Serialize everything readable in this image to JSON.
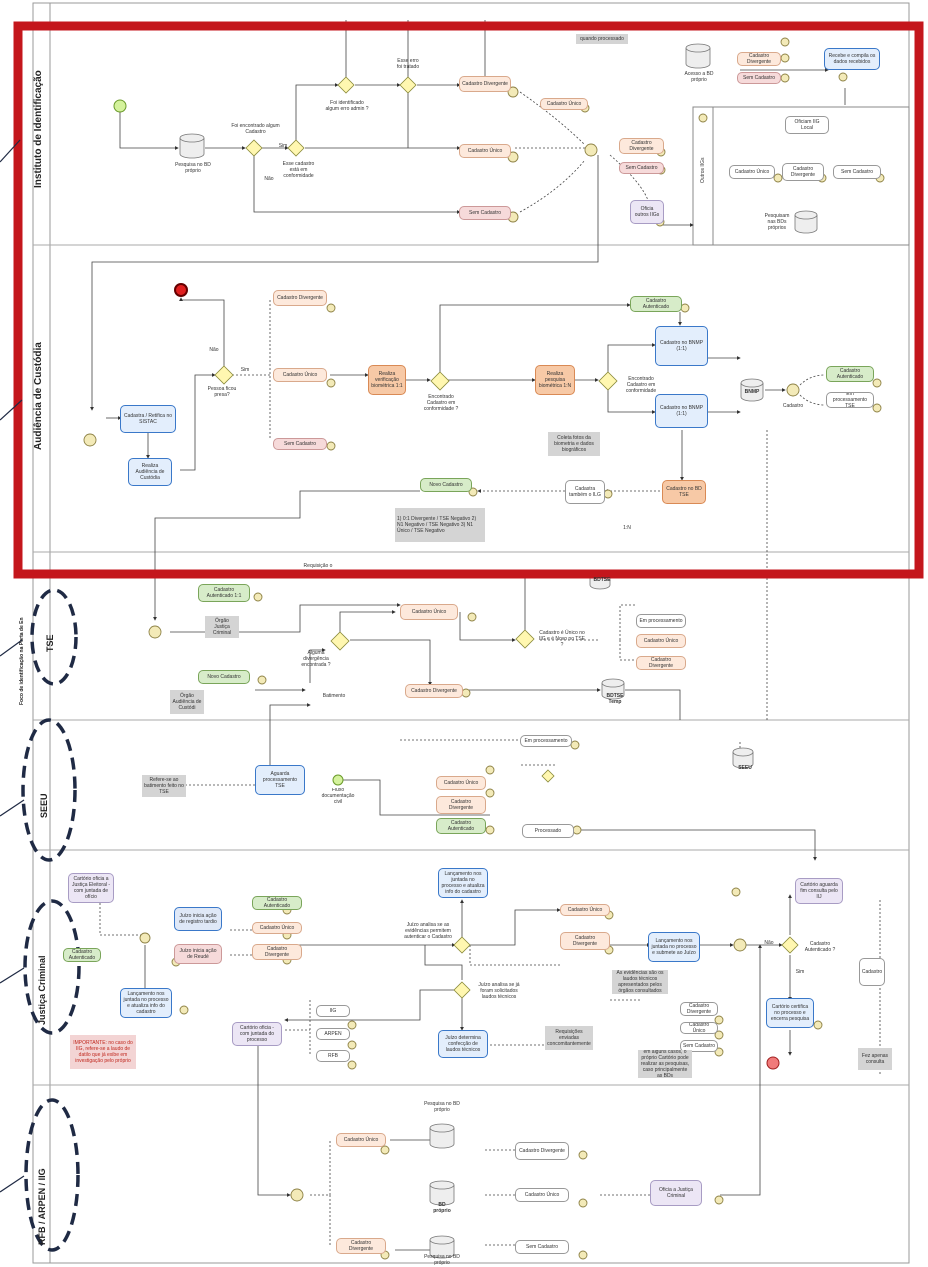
{
  "lanes": [
    {
      "label": "Instituto de Identificação"
    },
    {
      "label": "Audiência de Custódia"
    },
    {
      "label": "TSE"
    },
    {
      "label": "Foco de identificação na Porta de En"
    },
    {
      "label": "SEEU"
    },
    {
      "label": "Justiça Criminal"
    },
    {
      "label": "RFB / ARPEN / IIG"
    }
  ],
  "nodes": {
    "ii_pesquisa": "Pesquisa no BD próprio",
    "ii_q1": "Foi encontrado algum Cadastro",
    "ii_sim": "Sim",
    "ii_nao": "Não",
    "ii_q2": "Esse cadastro está em conformidade",
    "ii_q3": "Foi identificado algum erro admin ?",
    "ii_q4": "Esse erro foi tratado",
    "ii_cad_div": "Cadastro Divergente",
    "ii_cad_unico": "Cadastro Único",
    "ii_sem_cad": "Sem Cadastro",
    "ii_cad_unico2": "Cadastro Único",
    "ii_cad_div2": "Cadastro Divergente",
    "ii_sem_cad2": "Sem Cadastro",
    "ii_oficia": "Oficia outros IIGs",
    "ii_outros": "Outros IIGs",
    "ii_oficiam": "Oficiam IIG Local",
    "ii_cu3": "Cadastro Único",
    "ii_cd3": "Cadastro Divergente",
    "ii_sc3": "Sem Cadastro",
    "ii_pesquisam": "Pesquisam nas BDs próprios",
    "ii_acesso": "Acesso a BD próprio",
    "ii_recebe": "Recebe e compila os dados recebidos",
    "ii_quando": "quando processado",
    "ii_cd4": "Cadastro Divergente",
    "ii_sc4": "Sem Cadastro",
    "ac_cad_div": "Cadastro Divergente",
    "ac_cad_unico": "Cadastro Único",
    "ac_sem_cad": "Sem Cadastro",
    "ac_cadastra": "Cadastra / Retifica no SISTAC",
    "ac_realiza": "Realiza Audiência de Custódia",
    "ac_q1": "Pessoa ficou presa?",
    "ac_verif": "Realiza verificação biométrica 1:1",
    "ac_q2": "Encontrado Cadastro em conformidade ?",
    "ac_pesquisa": "Realiza pesquisa biométrica 1:N",
    "ac_q3": "Encontrado Cadastro em conformidade",
    "ac_cad_aut": "Cadastro Autenticado",
    "ac_bnmp1": "Cadastro no BNMP (1:1)",
    "ac_bnmp2": "Cadastro no BNMP (1:1)",
    "ac_bnmp_db": "BNMP",
    "ac_cadastro": "Cadastro",
    "ac_cad_aut2": "Cadastro Autenticado",
    "ac_em_proc": "Em processamento TSE",
    "ac_coleta": "Coleta fotos da biometria e dados biográficos",
    "ac_bdtse": "Cadastro no BD TSE",
    "ac_cad_tambem": "Cadastra também o ILG",
    "ac_novo": "Novo Cadastro",
    "ac_note": "1) 0:1 Divergente / TSE Negativo 2) N1 Negativo / TSE Negativo 3) N1 Único / TSE Negativo",
    "ac_1n": "1:N",
    "ac_nao": "Não",
    "ac_sim": "Sim",
    "tse_requisicao": "Requisição o",
    "tse_cad_aut": "Cadastro Autenticado 1:1",
    "tse_orgao1": "Órgão Justiça Criminal",
    "tse_novo": "Novo Cadastro",
    "tse_orgao2": "Órgão Audiência de Custódi",
    "tse_q1": "Alguma divergência encontrada ?",
    "tse_batimento": "Batimento",
    "tse_cad_unico": "Cadastro Único",
    "tse_cad_div": "Cadastro Divergente",
    "tse_q2": "Cadastro é Único no IIG e é Novo no TSE ?",
    "tse_bdtse": "BDTSE Temp",
    "tse_bdtse_top": "BDTSE",
    "tse_em_proc": "Em processamento",
    "tse_cu": "Cadastro Único",
    "tse_cd": "Cadastro Divergente",
    "seeu_em_proc": "Em processamento",
    "seeu_aguarda": "Aguarda processamento TSE",
    "seeu_refere": "Refere-se ao batimento feito no TSE",
    "seeu_fluxo": "Fluxo documentação civil",
    "seeu_cu": "Cadastro Único",
    "seeu_cd": "Cadastro Divergente",
    "seeu_ca": "Cadastro Autenticado",
    "seeu_proc": "Processado",
    "seeu_db": "SEEU",
    "jc_cartorio_oficia": "Cartório oficia a Justiça Eleitoral - com juntada de ofício",
    "jc_cad_aut_side": "Cadastro Autenticado",
    "jc_lanca": "Lançamento nos juntada no processo e atualiza info do cadastro",
    "jc_juizo_reg": "Juízo inicia ação de registro tardio",
    "jc_juizo_reu": "Juízo inicia ação de Reudé",
    "jc_cad_aut": "Cadastro Autenticado",
    "jc_cad_unico": "Cadastro Único",
    "jc_cad_div": "Cadastro Divergente",
    "jc_lanca2": "Lançamento nos juntada no processo e atualiza info do cadastro",
    "jc_q1": "Juízo analisa se as evidências permitem autenticar o Cadastro",
    "jc_q2": "Juízo analisa se já foram solicitados laudos técnicos",
    "jc_cad_unico2": "Cadastro Único",
    "jc_cad_div2": "Cadastro Divergente",
    "jc_lanca3": "Lançamento nos juntada no processo e submete ao Juízo",
    "jc_q3": "Cadastro Autenticado ?",
    "jc_cartorio_aguarda": "Cartório aguarda fim consulta pelo IIJ",
    "jc_cartorio_cert": "Cartório certifica no processo e encerra pesquisa",
    "jc_evidencias": "As evidências são os laudos técnicos apresentados pelos órgãos consultados",
    "jc_cd3": "Cadastro Divergente",
    "jc_cu3": "Cadastro Único",
    "jc_sc3": "Sem Cadastro",
    "jc_cartorio_oficia2": "Cartório oficia - com juntada do processo",
    "jc_ifp": "IIG",
    "jc_arpen": "ARPEN",
    "jc_rfb": "RFB",
    "jc_juizo_det": "Juízo determina confecção de laudos técnicos",
    "jc_requisicoes": "Requisições enviadas concomitantemente",
    "jc_importante": "IMPORTANTE: no caso do IIG, refere-se a laudo de datilo que já exibe em investigação pelo próprio",
    "jc_em_algum": "em alguns casos, o próprio Cartório pode realizar as pesquisas, caso principalmente as BDs",
    "jc_cadastro": "Cadastro",
    "jc_fez_apenas": "Fez apenas consulta",
    "jc_nao": "Não",
    "jc_sim": "Sim",
    "rfb_pesquisa1": "Pesquisa no BD próprio",
    "rfb_cad_unico": "Cadastro Único",
    "rfb_bd": "BD próprio",
    "rfb_cad_div": "Cadastro Divergente",
    "rfb_pesquisa2": "Pesquisa no BD próprio",
    "rfb_cd": "Cadastro Divergente",
    "rfb_cu": "Cadastro Único",
    "rfb_sc": "Sem Cadastro",
    "rfb_oficia": "Oficia a Justiça Criminal"
  },
  "colors": {
    "highlight_border": "#c4161c",
    "dashed_marker": "#1f2a44",
    "task_peach": "#fde9dc",
    "task_green": "#d7ecc9",
    "task_blue_border": "#3a78c9",
    "gateway": "#fff7b0"
  }
}
